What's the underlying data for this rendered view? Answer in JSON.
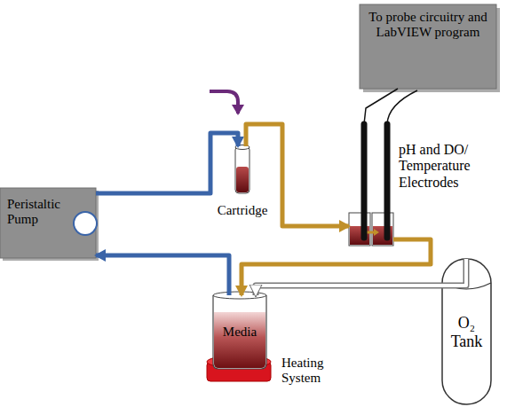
{
  "diagram": {
    "nodes": [
      {
        "text": [
          "Peristaltic Pump"
        ]
      },
      {
        "text": [
          "Cartridge"
        ]
      },
      {
        "text": [
          "pH and DO/ Temperature Electrodes"
        ]
      },
      {
        "text": [
          "To probe circuitry and LabVIEW program"
        ]
      },
      {
        "text": [
          "Media"
        ]
      },
      {
        "text": [
          "Heating System"
        ]
      },
      {
        "text": [
          "O₂ Tank"
        ]
      }
    ],
    "edges": [
      {
        "from": 4,
        "to": 0,
        "arrow": "to"
      },
      {
        "from": 0,
        "to": 1,
        "arrow": "to"
      },
      {
        "from": 1,
        "to": 2,
        "arrow": "to"
      },
      {
        "from": 2,
        "to": 4,
        "arrow": "to"
      },
      {
        "from": 2,
        "to": 3,
        "arrow": "none"
      },
      {
        "from": 6,
        "to": 4,
        "arrow": "to"
      }
    ]
  }
}
